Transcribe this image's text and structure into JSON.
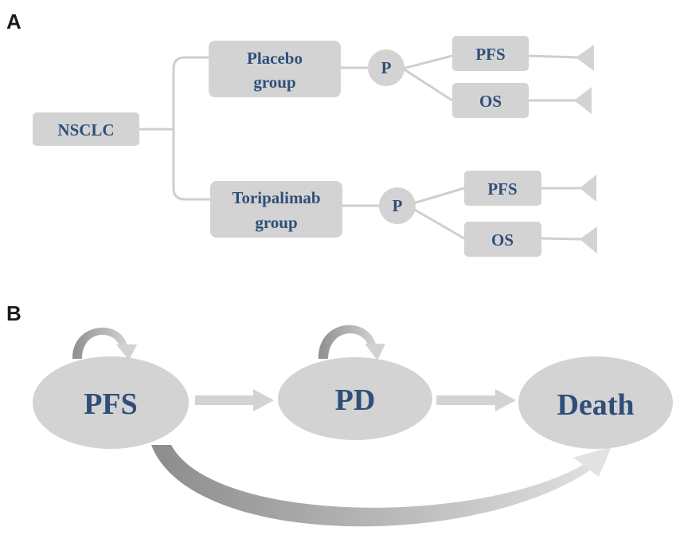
{
  "panels": {
    "a": "A",
    "b": "B"
  },
  "tree": {
    "root": "NSCLC",
    "placebo": {
      "line1": "Placebo",
      "line2": "group",
      "node": "P",
      "out1": "PFS",
      "out2": "OS"
    },
    "toripalimab": {
      "line1": "Toripalimab",
      "line2": "group",
      "node": "P",
      "out1": "PFS",
      "out2": "OS"
    }
  },
  "markov": {
    "state1": "PFS",
    "state2": "PD",
    "state3": "Death"
  },
  "colors": {
    "box_fill": "#d3d3d3",
    "line": "#cfcfcf",
    "text": "#2f4f79",
    "arrow_light": "#d0d0d0",
    "arrow_dark": "#9a9a9a"
  }
}
